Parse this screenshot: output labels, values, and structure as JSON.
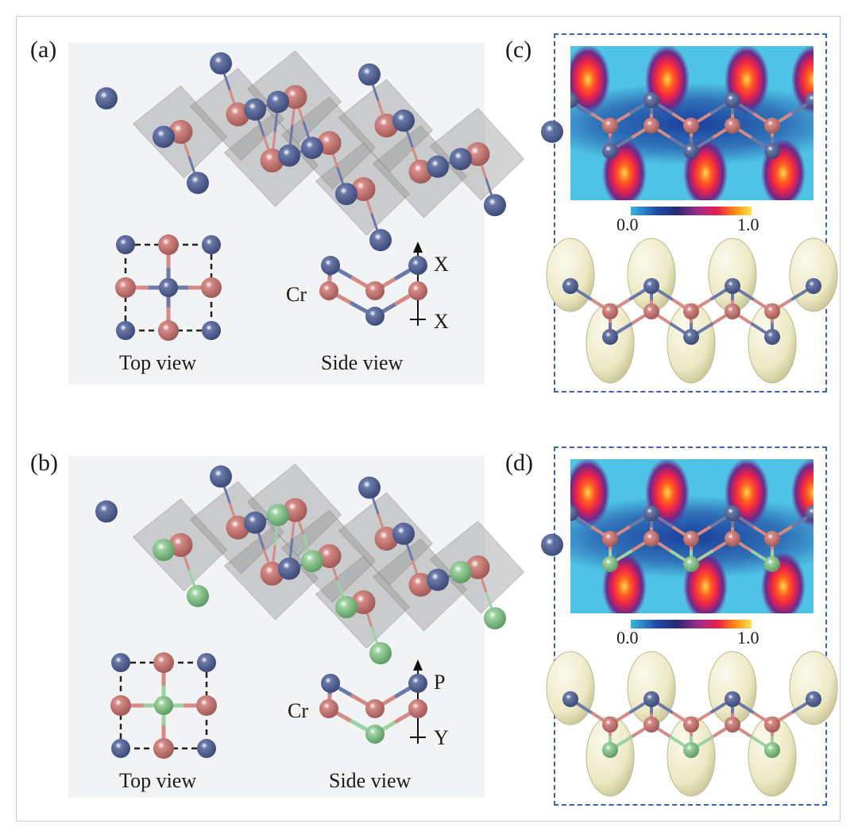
{
  "panels": {
    "a": {
      "label": "(a)",
      "top_view_caption": "Top view",
      "side_view_caption": "Side view",
      "side_labels": {
        "left": "Cr",
        "top": "X",
        "bottom": "X"
      }
    },
    "b": {
      "label": "(b)",
      "top_view_caption": "Top view",
      "side_view_caption": "Side view",
      "side_labels": {
        "left": "Cr",
        "top": "P",
        "bottom": "Y"
      }
    },
    "c": {
      "label": "(c)",
      "colorbar_min": "0.0",
      "colorbar_max": "1.0"
    },
    "d": {
      "label": "(d)",
      "colorbar_min": "0.0",
      "colorbar_max": "1.0"
    }
  },
  "colors": {
    "chalcogen_blue": "#6a79a8",
    "chromium_pink": "#d58a86",
    "green_atom": "#9ed2a2",
    "polyhedron_gray": "#8c8c8c",
    "dashed_frame": "#3a62b4",
    "panel_background": "#f1f3f5",
    "isosurface": "#ece9c4"
  }
}
